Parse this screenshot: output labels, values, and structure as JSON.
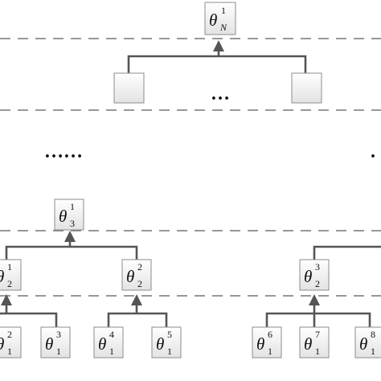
{
  "diagram": {
    "symbol": "θ",
    "top": {
      "root": {
        "sup": "1",
        "sub": "N"
      },
      "dots": "…"
    },
    "middle": {
      "dots_left": "……",
      "dots_right": "."
    },
    "left_subtree": {
      "root": {
        "sup": "1",
        "sub": "3"
      },
      "level2": [
        {
          "sup": "1",
          "sub": "2"
        },
        {
          "sup": "2",
          "sub": "2"
        }
      ],
      "level1": [
        {
          "sup": "2",
          "sub": "1"
        },
        {
          "sup": "3",
          "sub": "1"
        },
        {
          "sup": "4",
          "sub": "1"
        },
        {
          "sup": "5",
          "sub": "1"
        }
      ]
    },
    "right_subtree": {
      "level2": [
        {
          "sup": "3",
          "sub": "2"
        }
      ],
      "level1": [
        {
          "sup": "6",
          "sub": "1"
        },
        {
          "sup": "7",
          "sub": "1"
        },
        {
          "sup": "8",
          "sub": "1"
        }
      ]
    }
  }
}
